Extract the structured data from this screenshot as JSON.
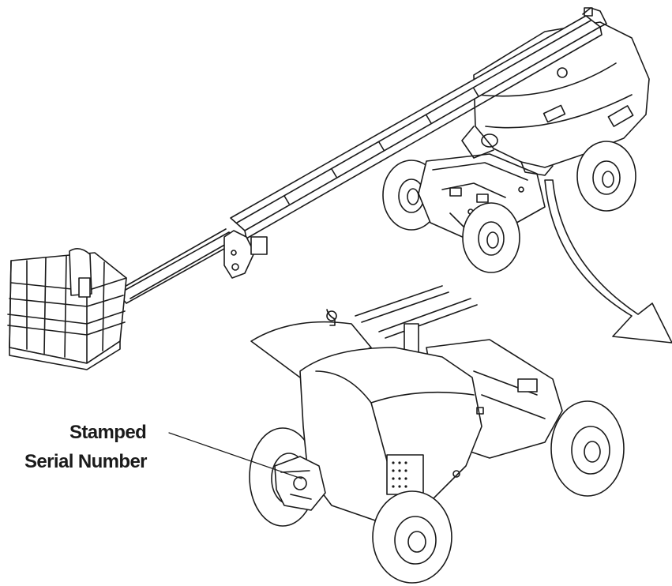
{
  "callout": {
    "line1": "Stamped",
    "line2": "Serial Number"
  },
  "colors": {
    "ink": "#1a1a1a",
    "paper": "#ffffff"
  },
  "icons": [
    "aerial-boom-lift-illustration",
    "detail-view-arrow",
    "chassis-detail-illustration"
  ]
}
